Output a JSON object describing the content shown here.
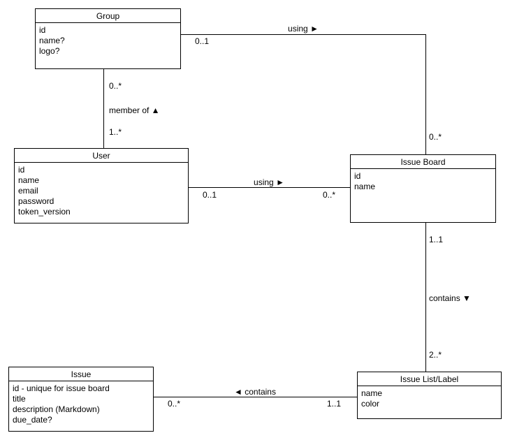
{
  "diagram": {
    "type": "uml-class-diagram",
    "background_color": "#ffffff",
    "line_color": "#000000",
    "text_color": "#000000"
  },
  "entities": {
    "group": {
      "name": "Group",
      "attributes": [
        "id",
        "name?",
        "logo?"
      ]
    },
    "user": {
      "name": "User",
      "attributes": [
        "id",
        "name",
        "email",
        "password",
        "token_version"
      ]
    },
    "issue_board": {
      "name": "Issue Board",
      "attributes": [
        "id",
        "name"
      ]
    },
    "issue_list_label": {
      "name": "Issue List/Label",
      "attributes": [
        "name",
        "color"
      ]
    },
    "issue": {
      "name": "Issue",
      "attributes": [
        "id - unique for issue board",
        "title",
        "description (Markdown)",
        "due_date?"
      ]
    }
  },
  "relationships": {
    "group_using_board": {
      "label": "using ►",
      "group_mult": "0..1",
      "board_mult": "0..*"
    },
    "group_user_member": {
      "label": "member of ▲",
      "group_mult": "0..*",
      "user_mult": "1..*"
    },
    "user_using_board": {
      "label": "using ►",
      "user_mult": "0..1",
      "board_mult": "0..*"
    },
    "board_contains_lists": {
      "label": "contains ▼",
      "board_mult": "1..1",
      "list_mult": "2..*"
    },
    "list_contains_issues": {
      "label": "◄ contains",
      "issue_mult": "0..*",
      "list_mult": "1..1"
    }
  }
}
